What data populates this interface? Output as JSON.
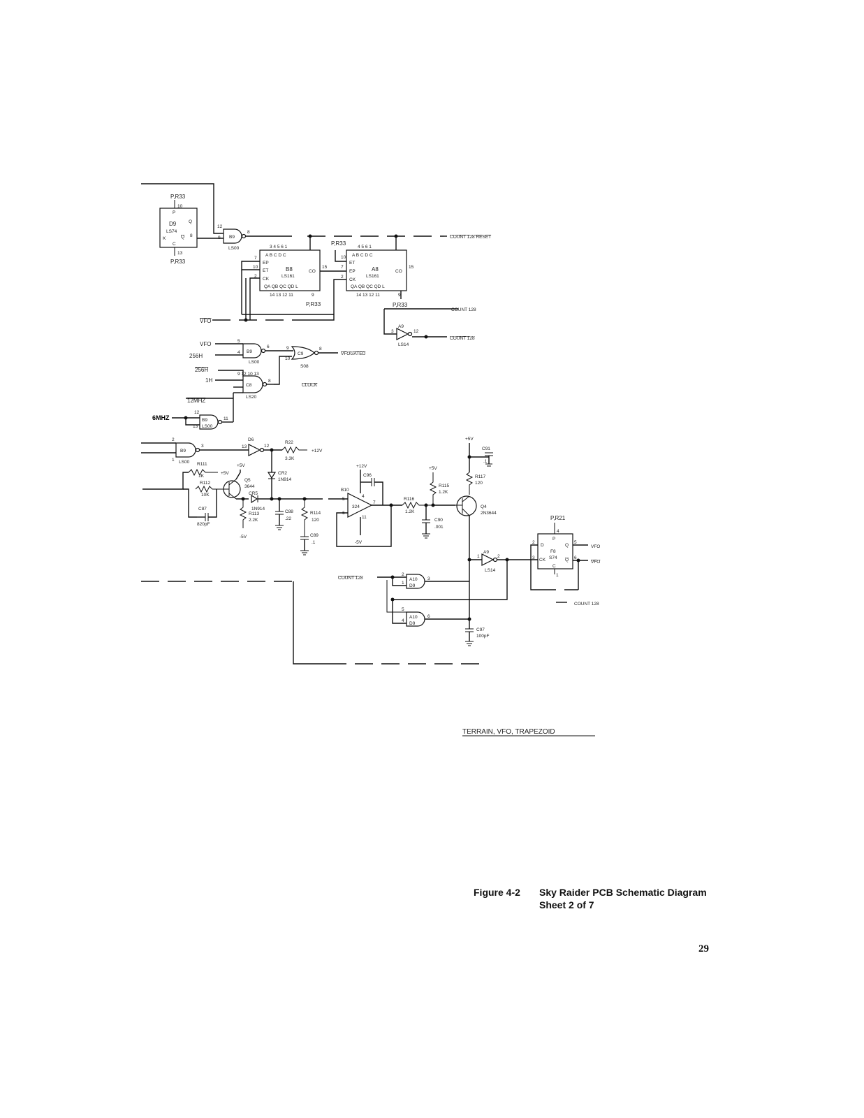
{
  "schematic": {
    "sheet_label": "TERRAIN, VFO, TRAPEZOID",
    "components": {
      "d9": {
        "designator": "D9",
        "part": "LS74",
        "pin_top": "10",
        "pin_bottom": "13",
        "out_pin": "8",
        "pin_q": "Q",
        "pin_qbar": "Q",
        "pin_p": "P",
        "pin_c": "C",
        "pin_k": "K",
        "pull_top": "P,R33",
        "pull_bottom": "P,R33"
      },
      "b9_top": {
        "designator": "B9",
        "part": "LS00",
        "pin_a": "12",
        "pin_b": "9",
        "pin_out": "8"
      },
      "b8": {
        "designator": "B8",
        "part": "LS161",
        "pins_top": "3 4 5 6 1",
        "pins_bottom": "14 13 12 11",
        "pin_ep": "7",
        "pin_et": "10",
        "pin_ck": "2",
        "pin_co": "15",
        "pin_9": "9",
        "label_ep": "EP",
        "label_et": "ET",
        "label_ck": "CK",
        "label_co": "CO",
        "label_abcd": "A B C D C",
        "label_q": "QA QB QC QD L",
        "pull": "P,R33"
      },
      "a8": {
        "designator": "A8",
        "part": "LS161",
        "pins_top": "4 5 6 1",
        "pins_bottom": "14 13 12 11",
        "pin_ep": "7",
        "pin_et": "10",
        "pin_ck": "2",
        "pin_co": "15",
        "pin_9": "9",
        "label_ep": "EP",
        "label_et": "ET",
        "label_ck": "CK",
        "label_co": "CO",
        "label_abcd": "A B C D C",
        "label_q": "QA QB QC QD L",
        "pull": "P,R33"
      },
      "a9_top": {
        "designator": "A9",
        "part": "LS14",
        "pin_in": "3",
        "pin_out": "12",
        "pull": "P,R33"
      },
      "b9_mid": {
        "designator": "B9",
        "part": "LS00",
        "pin_a": "5",
        "pin_b": "4",
        "pin_out": "6"
      },
      "c9": {
        "designator": "C9",
        "part": "S08",
        "pin_a": "9",
        "pin_b": "10",
        "pin_out": "8"
      },
      "c8": {
        "designator": "C8",
        "part": "LS20",
        "pins": "9 12 10 13",
        "pin_out": "8"
      },
      "b9_low": {
        "designator": "B9",
        "part": "LS00",
        "pin_a": "12",
        "pin_b": "13",
        "pin_out": "11"
      },
      "b9_bot": {
        "designator": "B9",
        "part": "LS00",
        "pin_a": "2",
        "pin_b": "1",
        "pin_out": "3"
      },
      "d6": {
        "designator": "D6",
        "pin_in": "13",
        "pin_out": "12"
      },
      "r22": {
        "designator": "R22",
        "value": "3.3K"
      },
      "r111": {
        "designator": "R111",
        "value": "1K"
      },
      "r112": {
        "designator": "R112",
        "value": "10K"
      },
      "c87": {
        "designator": "C87",
        "value": "820pF"
      },
      "q5": {
        "designator": "Q5",
        "part": "3644"
      },
      "cr2": {
        "designator": "CR2",
        "part": "1N914"
      },
      "cr5": {
        "designator": "CR5",
        "part": "1N914"
      },
      "r113": {
        "designator": "R113",
        "value": "2.2K"
      },
      "c88": {
        "designator": "C88",
        "value": ".22"
      },
      "r114": {
        "designator": "R114",
        "value": "120"
      },
      "c89": {
        "designator": "C89",
        "value": ".1"
      },
      "b10": {
        "designator": "B10",
        "part": "324",
        "pin_plus": "5",
        "pin_minus": "6",
        "pin_out": "7",
        "pin_vcc": "4",
        "pin_gnd": "11"
      },
      "c96": {
        "designator": "C96"
      },
      "r116": {
        "designator": "R116",
        "value": "1.2K"
      },
      "r115": {
        "designator": "R115",
        "value": "1.2K"
      },
      "c90": {
        "designator": "C90",
        "value": ".001"
      },
      "c91": {
        "designator": "C91",
        "value": ".1"
      },
      "r117": {
        "designator": "R117",
        "value": "120"
      },
      "q4": {
        "designator": "Q4",
        "part": "2N3644"
      },
      "a9_low": {
        "designator": "A9",
        "part": "LS14",
        "pin_in": "1",
        "pin_out": "2"
      },
      "f8": {
        "designator": "F8",
        "part": "S74",
        "pin_d": "2",
        "pin_ck": "3",
        "pin_q": "5",
        "pin_qbar": "6",
        "pin_p": "4",
        "pin_c": "1",
        "label_d": "D",
        "label_p": "P",
        "label_q": "Q",
        "label_qbar": "Q",
        "label_ck": "CK",
        "label_c": "C",
        "pull": "P,R21"
      },
      "a10_top": {
        "designator": "A10",
        "part": "D9",
        "pin_a": "2",
        "pin_b": "1",
        "pin_out": "3"
      },
      "a10_bot": {
        "designator": "A10",
        "part": "D9",
        "pin_a": "5",
        "pin_b": "4",
        "pin_out": "6"
      },
      "c97": {
        "designator": "C97",
        "value": "100pF"
      }
    },
    "signals": {
      "count_128_reset": "COUNT 128 RESET",
      "count_128": "COUNT 128",
      "count_128_bar": "COUNT 128",
      "vfo": "VFO",
      "vfo_bar": "VFO",
      "vfo_in": "VFO",
      "h256": "256H",
      "h256_bar": "256H",
      "h1": "1H",
      "mhz12": "12MHZ",
      "mhz6": "6MHZ",
      "vfo_gated": "VFOGATED",
      "clock": "CLOCK",
      "v12_out": "+12V",
      "v12_amp": "+12V",
      "v5_q5": "+5V",
      "v5_r111": "+5V",
      "v5_r115": "+5V",
      "v5_q4": "+5V",
      "v5_neg_r113": "-5V",
      "v5_neg_amp": "-5V",
      "count_128_in": "COUNT 128",
      "vfo_out": "VFO",
      "vfo_bar_out": "VFO",
      "count_128_out": "COUNT 128"
    }
  },
  "caption": {
    "figure_number": "Figure 4-2",
    "title": "Sky Raider PCB Schematic Diagram",
    "sheet": "Sheet 2 of 7"
  },
  "page_number": "29"
}
